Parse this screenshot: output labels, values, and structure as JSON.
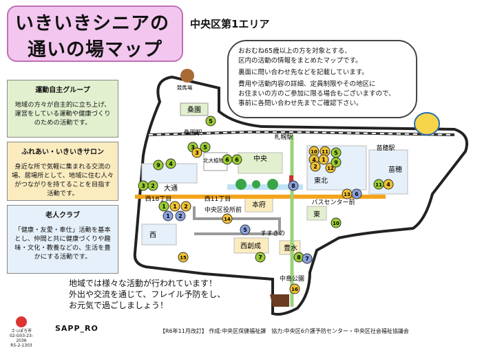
{
  "title": {
    "line1": "いきいきシニアの",
    "line2": "通いの場マップ"
  },
  "area_label": "中央区第1エリア",
  "notice": {
    "lines": [
      "おおむね65歳以上の方を対象とする、",
      "区内の活動の情報をまとめたマップです。",
      "裏面に問い合わせ先などを記載しています。",
      "費用や活動内容の詳細、定員制限やその地区に",
      "お住まいの方のご参加に限る場合もございますので、",
      "事前に各問い合わせ先までご確認下さい。"
    ]
  },
  "categories": [
    {
      "name": "運動自主グループ",
      "color": "#e3f0cf",
      "marker": "#9acd32",
      "description": "地域の方々が自主的に立ち上げ、運営をしている運動や健康づくりのための活動です。"
    },
    {
      "name": "ふれあい・いきいきサロン",
      "color": "#fbecc0",
      "marker": "#f2c230",
      "description": "身近な所で気軽に集まれる交流の場、居場所として、地域に住む人々がつながりを持てることを目指す活動です。"
    },
    {
      "name": "老人クラブ",
      "color": "#e6f0fa",
      "marker": "#8aa2dd",
      "description": "「健康・友愛・奉仕」活動を基本とし、仲間と共に健康づくりや趣味・文化・教養などの、生活を豊かにする活動です。"
    }
  ],
  "map": {
    "districts": [
      "桑園",
      "中央",
      "大通",
      "東北",
      "苗穂",
      "本府",
      "東",
      "西",
      "西創成",
      "豊水"
    ],
    "places": [
      "競馬場",
      "北大植物園",
      "中央区役所前",
      "すすきの",
      "中島公園"
    ],
    "stations": [
      "桑園駅",
      "札幌駅",
      "苗穂駅",
      "西18丁目",
      "西11丁目",
      "バスセンター前"
    ],
    "markers": [
      {
        "n": "5",
        "cat": 1
      },
      {
        "n": "3",
        "cat": 1
      },
      {
        "n": "5",
        "cat": 1
      },
      {
        "n": "3",
        "cat": 2
      },
      {
        "n": "4",
        "cat": 1
      },
      {
        "n": "9",
        "cat": 1
      },
      {
        "n": "6",
        "cat": 1
      },
      {
        "n": "6",
        "cat": 1
      },
      {
        "n": "2",
        "cat": 1
      },
      {
        "n": "3",
        "cat": 1
      },
      {
        "n": "1",
        "cat": 1
      },
      {
        "n": "1",
        "cat": 2
      },
      {
        "n": "2",
        "cat": 2
      },
      {
        "n": "1",
        "cat": 3
      },
      {
        "n": "2",
        "cat": 3
      },
      {
        "n": "14",
        "cat": 2
      },
      {
        "n": "5",
        "cat": 3
      },
      {
        "n": "15",
        "cat": 2
      },
      {
        "n": "10",
        "cat": 2
      },
      {
        "n": "11",
        "cat": 2
      },
      {
        "n": "4",
        "cat": 2
      },
      {
        "n": "1",
        "cat": 2
      },
      {
        "n": "2",
        "cat": 2
      },
      {
        "n": "12",
        "cat": 2
      },
      {
        "n": "9",
        "cat": 1
      },
      {
        "n": "5",
        "cat": 1
      },
      {
        "n": "8",
        "cat": 3
      },
      {
        "n": "11",
        "cat": 1
      },
      {
        "n": "4",
        "cat": 2
      },
      {
        "n": "13",
        "cat": 2
      },
      {
        "n": "6",
        "cat": 3
      },
      {
        "n": "10",
        "cat": 1
      },
      {
        "n": "7",
        "cat": 1
      },
      {
        "n": "8",
        "cat": 1
      },
      {
        "n": "7",
        "cat": 3
      },
      {
        "n": "16",
        "cat": 2
      }
    ]
  },
  "message": {
    "lines": [
      "地域では様々な活動が行われています！",
      "外出や交流を通じて、フレイル予防をし、",
      "お元気で過ごしましょう！"
    ]
  },
  "footer": "【R6年11月改訂】 作成:中央区保健福祉課　協力:中央区6介護予防センター・中央区社会福祉協議会",
  "logo": {
    "caption": "さっぽろ市\n02-G03-23-2036\nR5-2-1303",
    "brand": "SAPP_RO"
  }
}
